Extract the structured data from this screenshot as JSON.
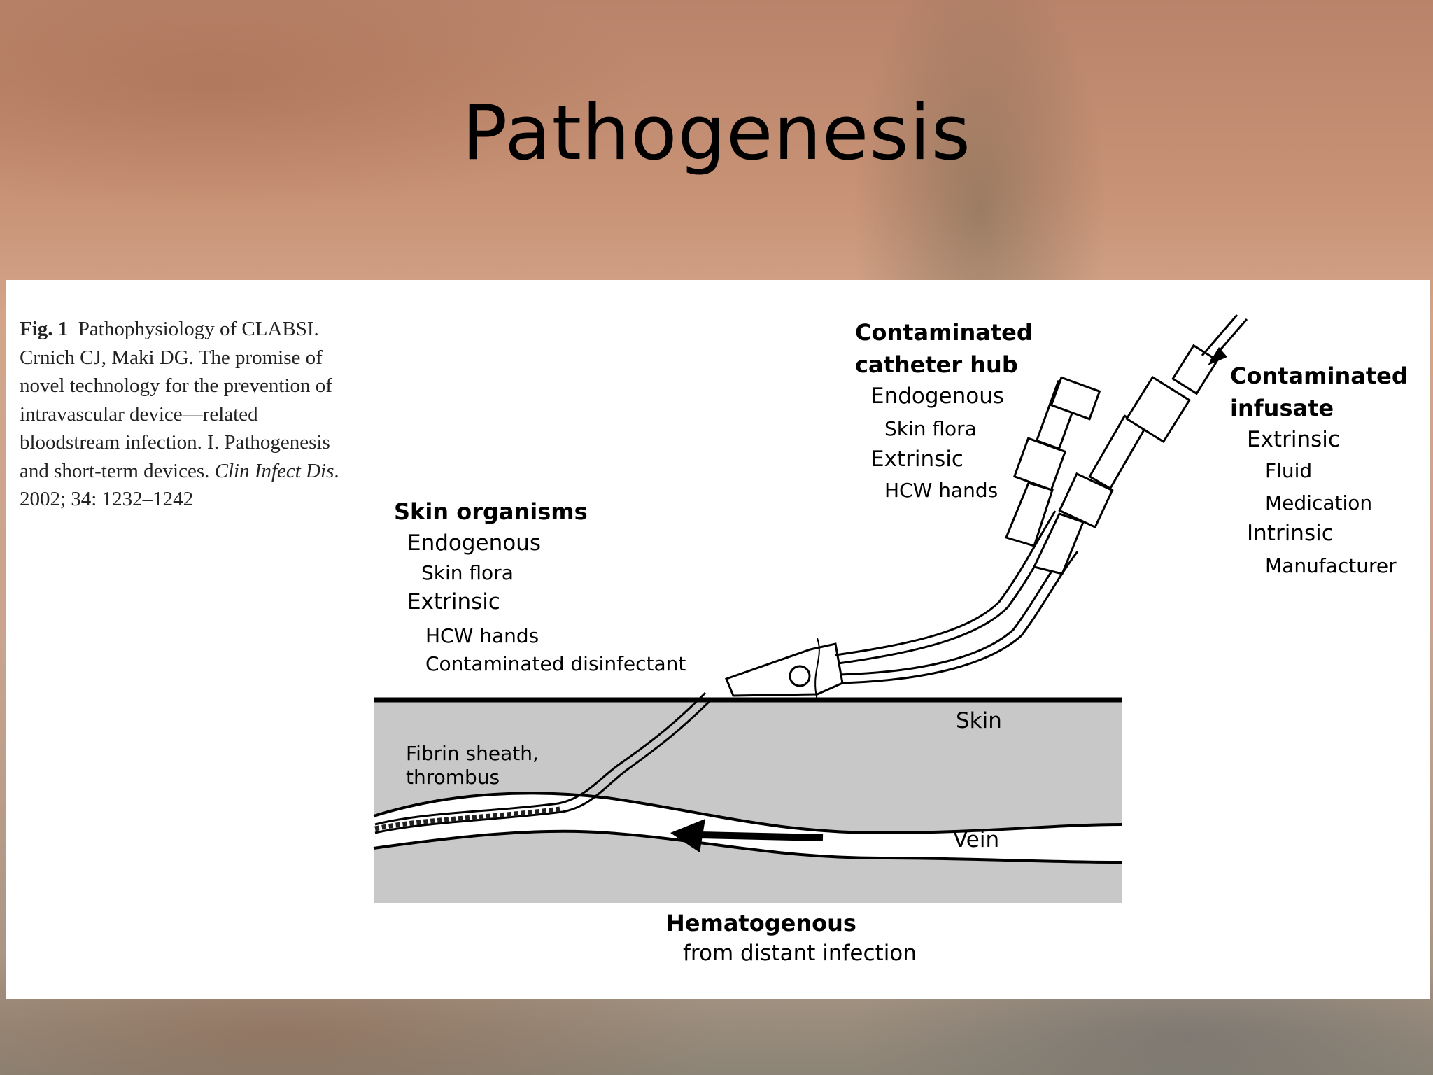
{
  "slide": {
    "title": "Pathogenesis"
  },
  "caption": {
    "label": "Fig. 1",
    "text": "Pathophysiology of CLABSI. Crnich CJ, Maki DG. The promise of novel technology for the prevention of intravascular device—related bloodstream infection. I. Pathogenesis and short-term devices.",
    "journal": "Clin Infect Dis",
    "citation": ". 2002; 34: 1232–1242"
  },
  "diagram": {
    "skin_organisms": {
      "heading": "Skin organisms",
      "endogenous": "Endogenous",
      "skin_flora": "Skin flora",
      "extrinsic": "Extrinsic",
      "hcw_hands": "HCW hands",
      "contaminated_disinfectant": "Contaminated  disinfectant"
    },
    "catheter_hub": {
      "heading_line1": "Contaminated",
      "heading_line2": "catheter hub",
      "endogenous": "Endogenous",
      "skin_flora": "Skin flora",
      "extrinsic": "Extrinsic",
      "hcw_hands": "HCW hands"
    },
    "infusate": {
      "heading_line1": "Contaminated",
      "heading_line2": "infusate",
      "extrinsic": "Extrinsic",
      "fluid": "Fluid",
      "medication": "Medication",
      "intrinsic": "Intrinsic",
      "manufacturer": "Manufacturer"
    },
    "skin_label": "Skin",
    "vein_label": "Vein",
    "fibrin_line1": "Fibrin sheath,",
    "fibrin_line2": "thrombus",
    "hematogenous": {
      "heading": "Hematogenous",
      "sub": "from distant infection"
    }
  },
  "colors": {
    "tissue": "#c8c8c8",
    "panel": "#ffffff",
    "title": "#000000"
  }
}
